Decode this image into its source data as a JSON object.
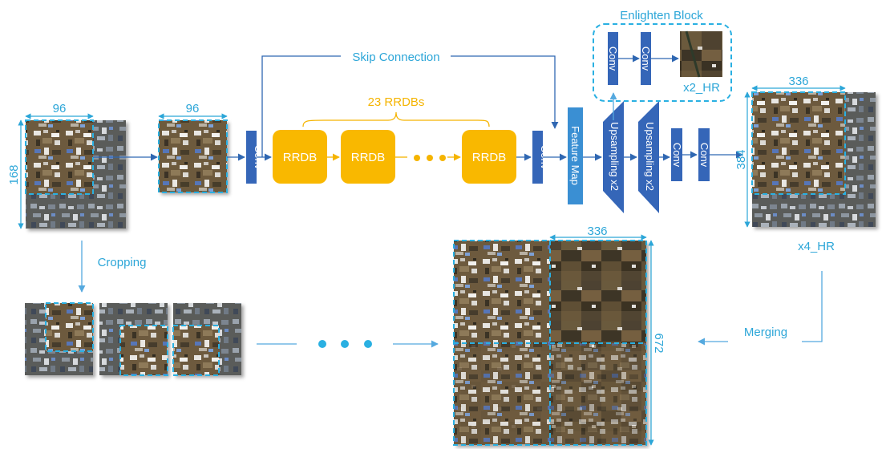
{
  "labels": {
    "enlighten_block": "Enlighten Block",
    "skip_connection": "Skip Connection",
    "rrdb_count": "23 RRDBs",
    "rrdb": "RRDB",
    "conv": "Conv",
    "feature_map": "Feature Map",
    "upsampling": "Upsampling x2",
    "x2_hr": "x2_HR",
    "x4_hr": "x4_HR",
    "cropping": "Cropping",
    "merging": "Merging"
  },
  "dimensions": {
    "input_width": "96",
    "input_height": "168",
    "crop_width": "96",
    "output_width": "336",
    "output_height": "384",
    "merged_width": "336",
    "merged_height": "672"
  },
  "colors": {
    "conv": "#3566b8",
    "rrdb": "#f9b800",
    "feature_map": "#3a8fd3",
    "dashed_outline": "#2ab0e2",
    "label_text": "#2ca6d8"
  }
}
